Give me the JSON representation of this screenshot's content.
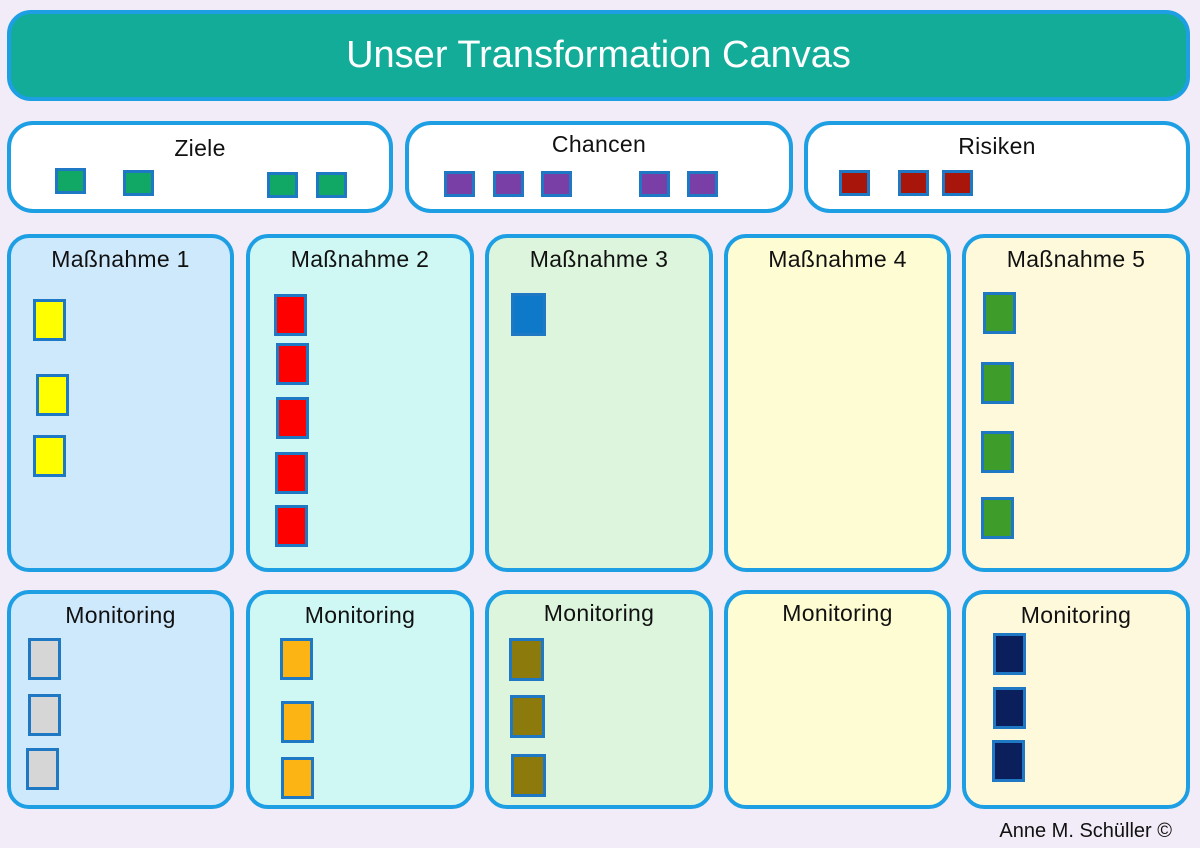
{
  "title": "Unser Transformation Canvas",
  "credit": "Anne M. Schüller ©",
  "colors": {
    "title_bg": "#12ac99",
    "border": "#1e9fe3",
    "page_bg": "#f1ecf7",
    "col_bg": [
      "#cfe9fc",
      "#cff8f4",
      "#dcf5dc",
      "#fefcd2",
      "#fdf9da"
    ]
  },
  "top_sections": [
    {
      "label": "Ziele",
      "note_color": "#11a866",
      "note_count": 4
    },
    {
      "label": "Chancen",
      "note_color": "#7a3fa6",
      "note_count": 5
    },
    {
      "label": "Risiken",
      "note_color": "#a8150b",
      "note_count": 3
    }
  ],
  "measures": [
    {
      "label": "Maßnahme 1",
      "note_color": "#ffff00",
      "note_count": 3
    },
    {
      "label": "Maßnahme 2",
      "note_color": "#ff0000",
      "note_count": 5
    },
    {
      "label": "Maßnahme 3",
      "note_color": "#0e78c9",
      "note_count": 1
    },
    {
      "label": "Maßnahme 4",
      "note_color": "",
      "note_count": 0
    },
    {
      "label": "Maßnahme 5",
      "note_color": "#3e9d2a",
      "note_count": 4
    }
  ],
  "monitoring": [
    {
      "label": "Monitoring",
      "note_color": "#d6d6d6",
      "note_count": 3
    },
    {
      "label": "Monitoring",
      "note_color": "#fbb414",
      "note_count": 3
    },
    {
      "label": "Monitoring",
      "note_color": "#8c7a0c",
      "note_count": 3
    },
    {
      "label": "Monitoring",
      "note_color": "",
      "note_count": 0
    },
    {
      "label": "Monitoring",
      "note_color": "#0b1f5c",
      "note_count": 3
    }
  ]
}
